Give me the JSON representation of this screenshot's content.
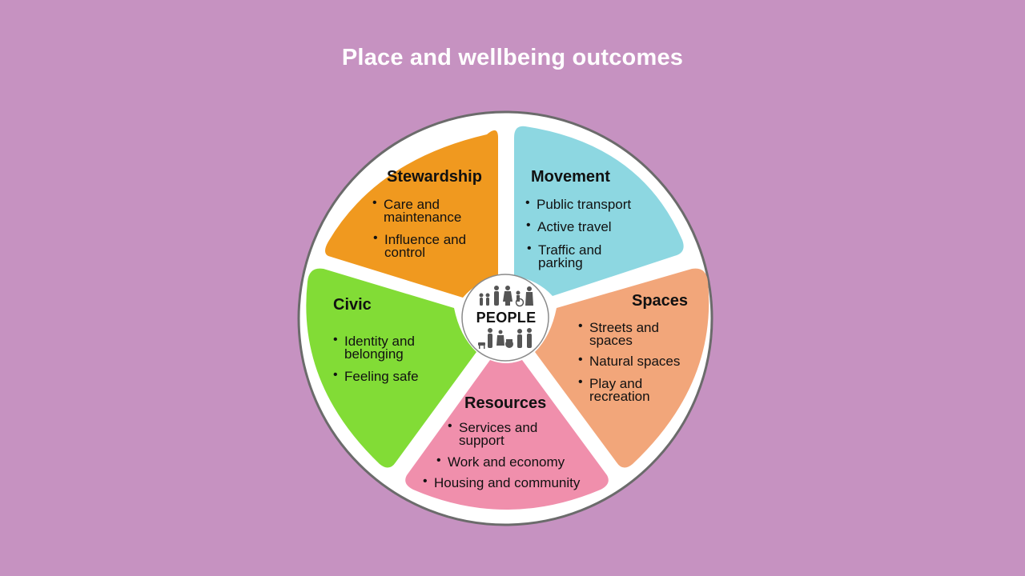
{
  "title": "Place and wellbeing outcomes",
  "center": {
    "label": "PEOPLE",
    "icon": "people-icon"
  },
  "colors": {
    "background": "#c692c1",
    "stewardship": "#f0991f",
    "movement": "#8dd7e1",
    "spaces": "#f2a67a",
    "resources": "#f08fac",
    "civic": "#82dc36",
    "rim": "#6b6b6b"
  },
  "segments": {
    "stewardship": {
      "title": "Stewardship",
      "items": [
        "Care and\nmaintenance",
        "Influence and\ncontrol"
      ]
    },
    "movement": {
      "title": "Movement",
      "items": [
        "Public transport",
        "Active travel",
        "Traffic and\nparking"
      ]
    },
    "spaces": {
      "title": "Spaces",
      "items": [
        "Streets and\nspaces",
        "Natural spaces",
        "Play and\nrecreation"
      ]
    },
    "resources": {
      "title": "Resources",
      "items": [
        "Services and\nsupport",
        "Work and economy",
        "Housing and community"
      ]
    },
    "civic": {
      "title": "Civic",
      "items": [
        "Identity and\nbelonging",
        "Feeling safe"
      ]
    }
  }
}
